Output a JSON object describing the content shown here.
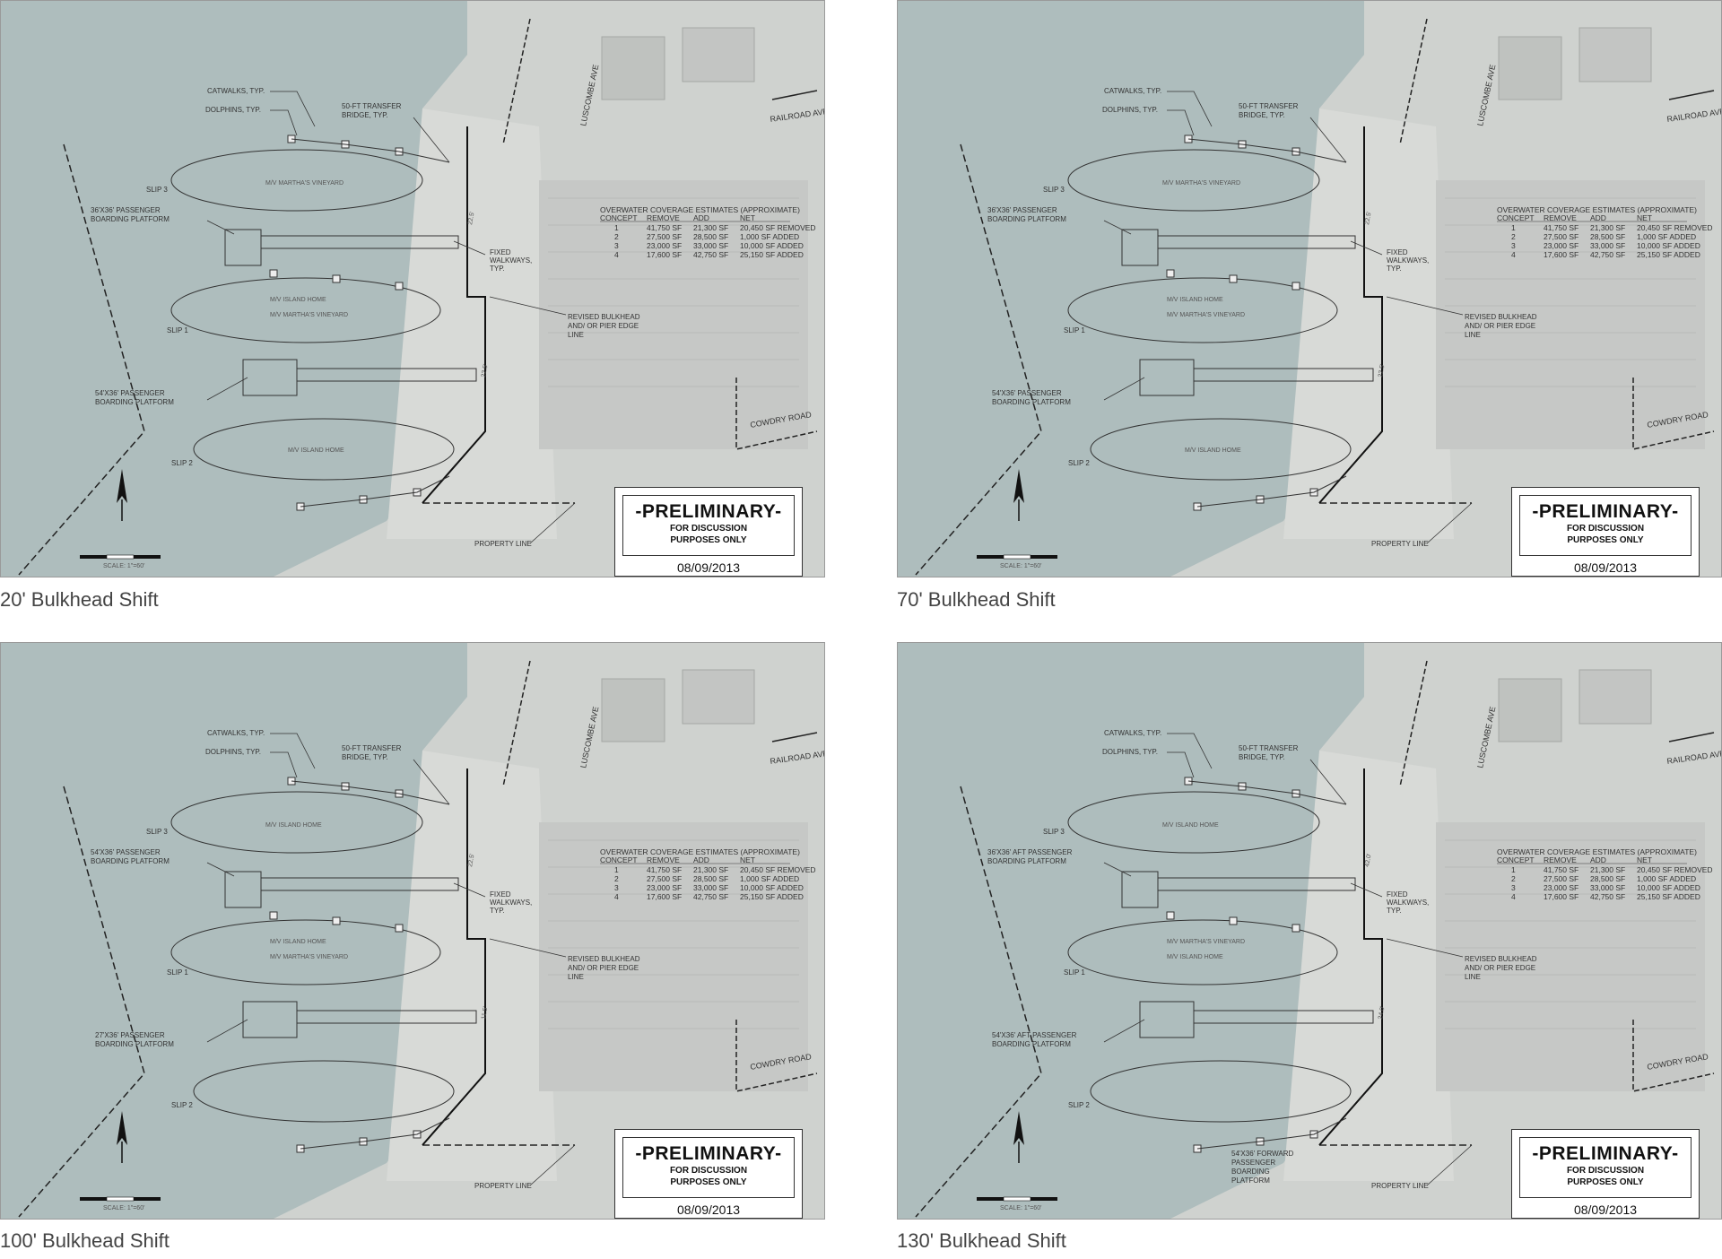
{
  "stamp": {
    "title": "-PRELIMINARY-",
    "line1": "FOR DISCUSSION",
    "line2": "PURPOSES ONLY",
    "date": "08/09/2013"
  },
  "roads": {
    "luscombe": "LUSCOMBE AVE",
    "railroad": "RAILROAD AVE",
    "cowdry": "COWDRY ROAD"
  },
  "scale_label": "SCALE: 1\"=60'",
  "coverage_table": {
    "title": "OVERWATER COVERAGE ESTIMATES (APPROXIMATE)",
    "headers": [
      "CONCEPT",
      "REMOVE",
      "ADD",
      "NET"
    ],
    "rows": [
      [
        "1",
        "41,750 SF",
        "21,300 SF",
        "20,450 SF REMOVED"
      ],
      [
        "2",
        "27,500 SF",
        "28,500 SF",
        "1,000 SF ADDED"
      ],
      [
        "3",
        "23,000 SF",
        "33,000 SF",
        "10,000 SF ADDED"
      ],
      [
        "4",
        "17,600 SF",
        "42,750 SF",
        "25,150 SF ADDED"
      ]
    ]
  },
  "panels": [
    {
      "caption": "20' Bulkhead Shift",
      "labels": {
        "catwalks": "CATWALKS, TYP.",
        "dolphins": "DOLPHINS, TYP.",
        "transfer1": "50-FT TRANSFER",
        "transfer2": "BRIDGE, TYP.",
        "slip3": "SLIP 3",
        "platformA1": "36'X36' PASSENGER",
        "platformA2": "BOARDING PLATFORM",
        "walk1": "FIXED",
        "walk2": "WALKWAYS,",
        "walk3": "TYP.",
        "slip1": "SLIP 1",
        "bulk1": "REVISED BULKHEAD",
        "bulk2": "AND/ OR PIER EDGE",
        "bulk3": "LINE",
        "platformB1": "54'X36' PASSENGER",
        "platformB2": "BOARDING PLATFORM",
        "slip2": "SLIP 2",
        "property": "PROPERTY LINE",
        "vessel1": "M/V MARTHA'S VINEYARD",
        "vessel2": "M/V ISLAND HOME",
        "vessel3": "M/V MARTHA'S VINEYARD",
        "vessel4": "M/V ISLAND HOME",
        "dim1": "22.5'",
        "dim2": "22.5'"
      }
    },
    {
      "caption": "70' Bulkhead Shift",
      "labels": {
        "catwalks": "CATWALKS, TYP.",
        "dolphins": "DOLPHINS, TYP.",
        "transfer1": "50-FT TRANSFER",
        "transfer2": "BRIDGE, TYP.",
        "slip3": "SLIP 3",
        "platformA1": "36'X36' PASSENGER",
        "platformA2": "BOARDING PLATFORM",
        "walk1": "FIXED",
        "walk2": "WALKWAYS,",
        "walk3": "TYP.",
        "slip1": "SLIP 1",
        "bulk1": "REVISED BULKHEAD",
        "bulk2": "AND/ OR PIER EDGE",
        "bulk3": "LINE",
        "platformB1": "54'X36' PASSENGER",
        "platformB2": "BOARDING PLATFORM",
        "slip2": "SLIP 2",
        "property": "PROPERTY LINE",
        "vessel1": "M/V MARTHA'S VINEYARD",
        "vessel2": "M/V ISLAND HOME",
        "vessel3": "M/V MARTHA'S VINEYARD",
        "vessel4": "M/V ISLAND HOME",
        "dim1": "22.5'",
        "dim2": "22.5'"
      }
    },
    {
      "caption": "100' Bulkhead Shift",
      "labels": {
        "catwalks": "CATWALKS, TYP.",
        "dolphins": "DOLPHINS, TYP.",
        "transfer1": "50-FT TRANSFER",
        "transfer2": "BRIDGE, TYP.",
        "slip3": "SLIP 3",
        "platformA1": "54'X36' PASSENGER",
        "platformA2": "BOARDING PLATFORM",
        "walk1": "FIXED",
        "walk2": "WALKWAYS,",
        "walk3": "TYP.",
        "slip1": "SLIP 1",
        "bulk1": "REVISED BULKHEAD",
        "bulk2": "AND/ OR PIER EDGE",
        "bulk3": "LINE",
        "platformB1": "27'X36' PASSENGER",
        "platformB2": "BOARDING PLATFORM",
        "slip2": "SLIP 2",
        "property": "PROPERTY LINE",
        "vessel1": "M/V ISLAND HOME",
        "vessel2": "M/V ISLAND HOME",
        "vessel3": "M/V MARTHA'S VINEYARD",
        "vessel4": "",
        "dim1": "22.5'",
        "dim2": "11.5'"
      }
    },
    {
      "caption": "130' Bulkhead Shift",
      "labels": {
        "catwalks": "CATWALKS, TYP.",
        "dolphins": "DOLPHINS, TYP.",
        "transfer1": "50-FT TRANSFER",
        "transfer2": "BRIDGE, TYP.",
        "slip3": "SLIP 3",
        "platformA1": "36'X36' AFT PASSENGER",
        "platformA2": "BOARDING PLATFORM",
        "walk1": "FIXED",
        "walk2": "WALKWAYS,",
        "walk3": "TYP.",
        "slip1": "SLIP 1",
        "bulk1": "REVISED BULKHEAD",
        "bulk2": "AND/ OR PIER EDGE",
        "bulk3": "LINE",
        "platformB1": "54'X36' AFT PASSENGER",
        "platformB2": "BOARDING PLATFORM",
        "slip2": "SLIP 2",
        "property": "PROPERTY LINE",
        "vessel1": "M/V ISLAND HOME",
        "vessel2": "M/V MARTHA'S VINEYARD",
        "vessel3": "M/V ISLAND HOME",
        "vessel4": "",
        "dim1": "42.0'",
        "dim2": "24.0'",
        "forward1": "54'X36' FORWARD",
        "forward2": "PASSENGER",
        "forward3": "BOARDING",
        "forward4": "PLATFORM"
      }
    }
  ]
}
